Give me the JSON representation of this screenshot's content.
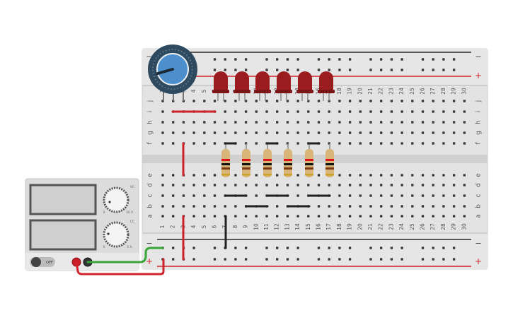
{
  "breadboard": {
    "columns": [
      "1",
      "2",
      "3",
      "4",
      "5",
      "6",
      "7",
      "8",
      "9",
      "10",
      "11",
      "12",
      "13",
      "14",
      "15",
      "16",
      "17",
      "18",
      "19",
      "20",
      "21",
      "22",
      "23",
      "24",
      "25",
      "26",
      "27",
      "28",
      "29",
      "30"
    ],
    "rows_top": [
      "j",
      "i",
      "h",
      "g",
      "f"
    ],
    "rows_bottom": [
      "e",
      "d",
      "c",
      "b",
      "a"
    ],
    "rail_minus": "−",
    "rail_plus": "+"
  },
  "power_supply": {
    "switch_label": "OFF",
    "voltage_knob": {
      "min": "0",
      "max": "30 V",
      "mode": "VC"
    },
    "current_knob": {
      "min": "0",
      "max": "5 A",
      "mode": "CC"
    }
  },
  "components": {
    "led_count": 6,
    "resistor_count": 6,
    "potentiometer_count": 1
  },
  "colors": {
    "board": "#e3e3e3",
    "board_channel": "#d0d0d0",
    "hole": "#3a3a3a",
    "rail_red": "#d0222a",
    "rail_black": "#2a2a2a",
    "led": "#9b1c1f",
    "wire_red": "#d0222a",
    "wire_green": "#3aa639",
    "wire_black": "#222222",
    "pot_body": "#2f4a5e",
    "pot_knob": "#4d8fcc",
    "resistor_body": "#d9b57a"
  }
}
